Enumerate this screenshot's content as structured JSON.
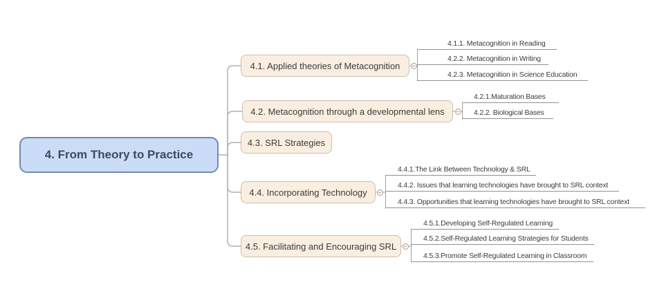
{
  "root": {
    "label": "4. From Theory to Practice"
  },
  "branches": [
    {
      "label": "4.1. Applied theories of Metacognition",
      "children": [
        "4.1.1. Metacognition in Reading",
        "4.2.2. Metacognition in Writing",
        "4.2.3. Metacognition in Science Education"
      ]
    },
    {
      "label": "4.2. Metacognition through a developmental lens",
      "children": [
        "4.2.1.Maturation Bases",
        "4.2.2. Biological Bases"
      ]
    },
    {
      "label": "4.3. SRL Strategies",
      "children": []
    },
    {
      "label": "4.4. Incorporating Technology",
      "children": [
        "4.4.1.The Link Between Technology & SRL",
        "4.4.2. Issues that learning technologies have brought to SRL context",
        "4.4.3. Opportunities that learning technologies have brought to SRL context"
      ]
    },
    {
      "label": "4.5. Facilitating and Encouraging SRL",
      "children": [
        "4.5.1.Developing Self-Regulated Learning",
        "4.5.2.Self-Regulated Learning Strategies for Students",
        "4.5.3.Promote Self-Regulated Learning in Classroom"
      ]
    }
  ],
  "colors": {
    "root_fill": "#cbdcf7",
    "root_border": "#7287b7",
    "root_text": "#3c4a5e",
    "branch_fill": "#faeee0",
    "branch_border": "#c9bfb2",
    "text": "#3b3b3b",
    "connector": "#b5aea5",
    "sub_connector": "#a39d95",
    "underline": "#95908a",
    "background": "#ffffff"
  }
}
